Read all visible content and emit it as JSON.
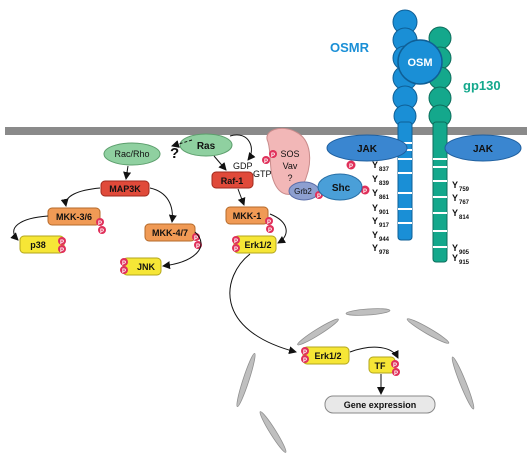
{
  "receptors": {
    "osmr": "OSMR",
    "gp130": "gp130",
    "osm": "OSM"
  },
  "jak": {
    "left": "JAK",
    "right": "JAK"
  },
  "osmr_sites": [
    {
      "p": "P",
      "y": "Y",
      "n": "837"
    },
    {
      "p": "P",
      "y": "Y",
      "n": "839"
    },
    {
      "p": "P",
      "y": "Y",
      "n": "861"
    },
    {
      "p": "",
      "y": "Y",
      "n": "901"
    },
    {
      "p": "",
      "y": "Y",
      "n": "917"
    },
    {
      "p": "",
      "y": "Y",
      "n": "944"
    },
    {
      "p": "",
      "y": "Y",
      "n": "978"
    }
  ],
  "gp130_sites": [
    {
      "y": "Y",
      "n": "759"
    },
    {
      "y": "Y",
      "n": "767"
    },
    {
      "y": "Y",
      "n": "814"
    },
    {
      "y": "Y",
      "n": "905"
    },
    {
      "y": "Y",
      "n": "915"
    }
  ],
  "nodes": {
    "rac_rho": "Rac/Rho",
    "question": "?",
    "ras": "Ras",
    "gdp": "GDP",
    "gtp": "GTP",
    "sos_vav": [
      "SOS",
      "Vav",
      "?"
    ],
    "grb2": "Grb2",
    "shc": "Shc",
    "map3k": "MAP3K",
    "raf1": "Raf-1",
    "mkk36": "MKK-3/6",
    "mkk47": "MKK-4/7",
    "mkk1": "MKK-1",
    "p38": "p38",
    "jnk": "JNK",
    "erk12": "Erk1/2",
    "erk12_nuclear": "Erk1/2",
    "tf": "TF",
    "gene_expression": "Gene expression"
  },
  "phospho_label": "P",
  "colors": {
    "osmr": "#1a8fd6",
    "gp130": "#14a88c",
    "osmr_dark": "#0f5f96",
    "gp130_dark": "#0d6e5c",
    "jak": "#3a86d0",
    "shc": "#4a9fd8",
    "grb2": "#8d9fd0",
    "sos": "#f2b7b7",
    "green_node": "#8fd0a0",
    "red_node": "#e04a3a",
    "orange_node": "#f09a55",
    "yellow_node": "#f6e636",
    "phospho": "#e0305a",
    "membrane": "#8a8a8a",
    "nucleus": "#bfbfbf"
  }
}
